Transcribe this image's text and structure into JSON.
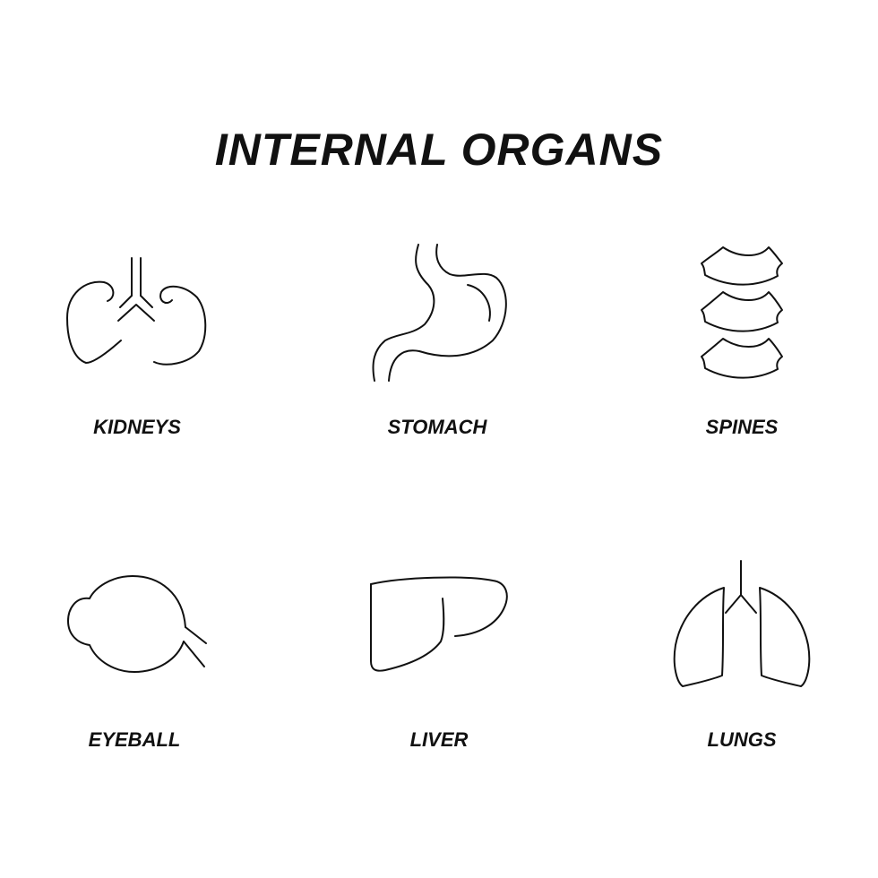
{
  "title": "INTERNAL ORGANS",
  "ink_color": "#111111",
  "organs": [
    {
      "label": "KIDNEYS",
      "icon": "kidneys-icon"
    },
    {
      "label": "STOMACH",
      "icon": "stomach-icon"
    },
    {
      "label": "SPINES",
      "icon": "spine-icon"
    },
    {
      "label": "EYEBALL",
      "icon": "eyeball-icon"
    },
    {
      "label": "LIVER",
      "icon": "liver-icon"
    },
    {
      "label": "LUNGS",
      "icon": "lungs-icon"
    }
  ]
}
